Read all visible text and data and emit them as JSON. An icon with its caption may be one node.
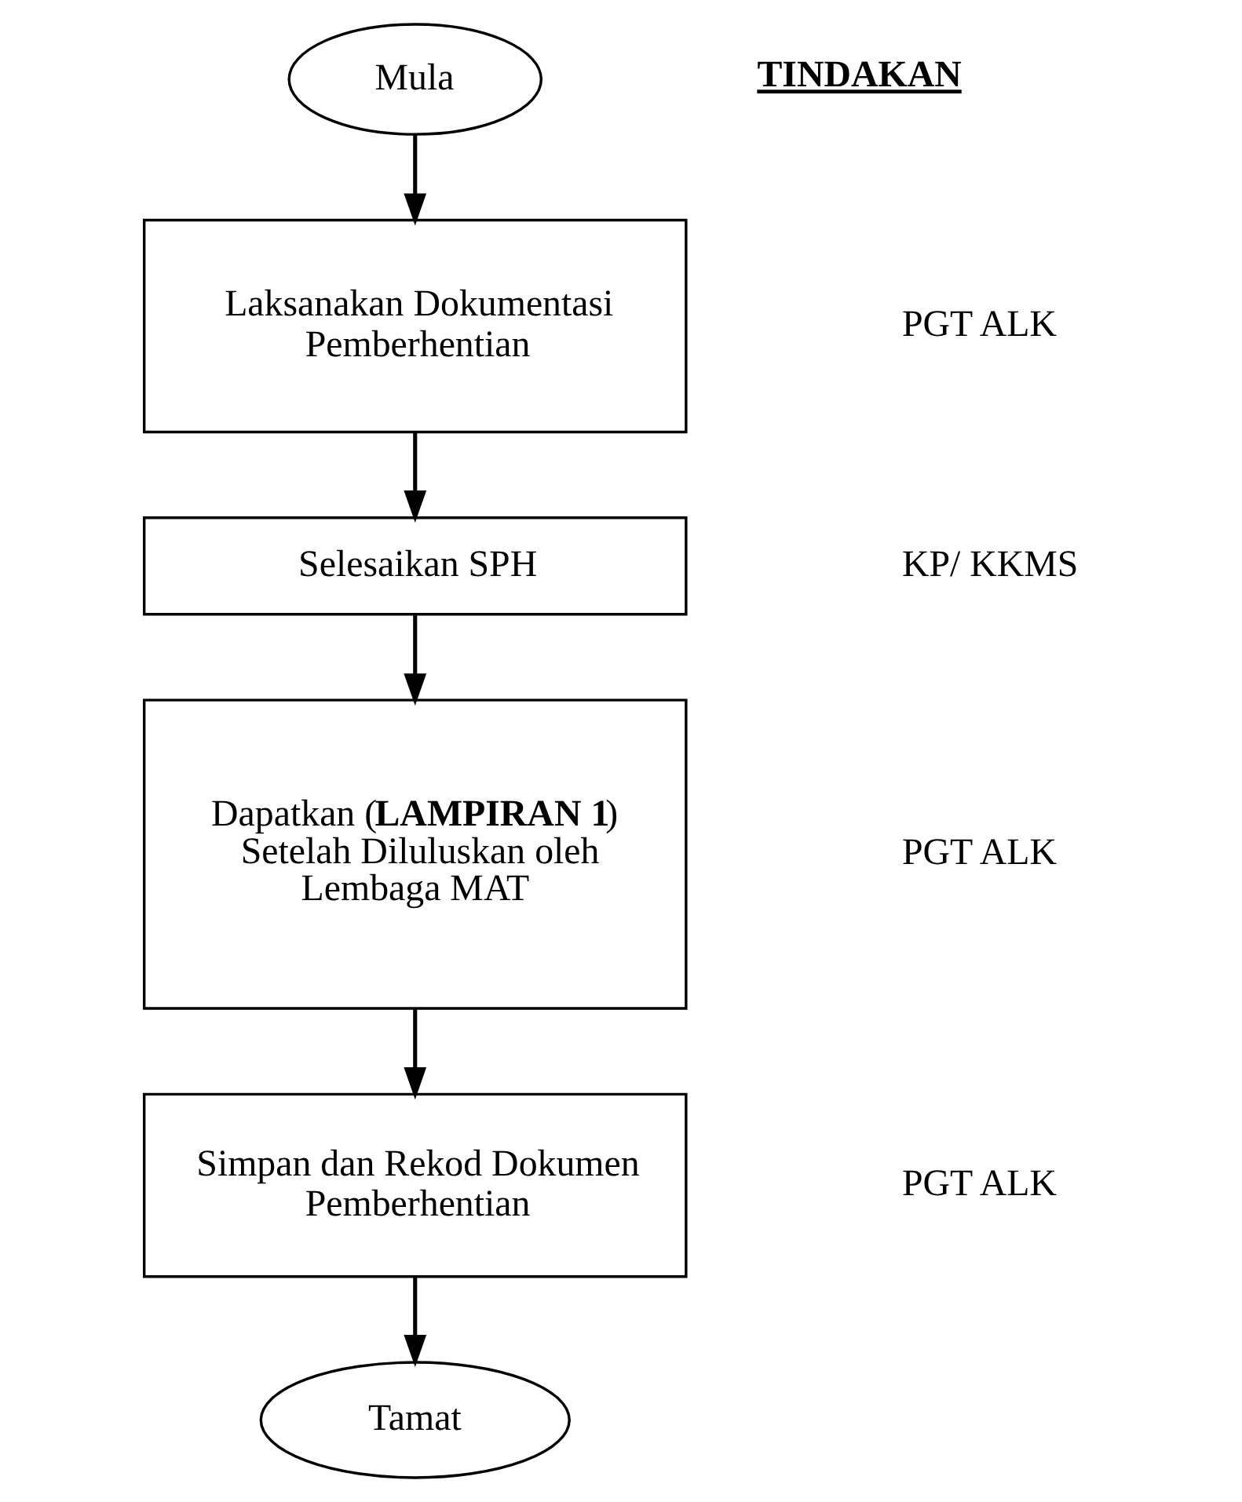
{
  "diagram": {
    "nodes": [
      {
        "text": [
          "Mula"
        ]
      },
      {
        "text": [
          "Laksanakan Dokumentasi Pemberhentian"
        ]
      },
      {
        "text": [
          "Selesaikan SPH"
        ]
      },
      {
        "text": [
          "Dapatkan (**LAMPIRAN 1**) Setelah Diluluskan oleh Lembaga MAT"
        ]
      },
      {
        "text": [
          "Simpan dan Rekod Dokumen Pemberhentian"
        ]
      },
      {
        "text": [
          "Tamat"
        ]
      }
    ],
    "edges": [
      {
        "from": 0,
        "to": 1,
        "arrow": "to"
      },
      {
        "from": 1,
        "to": 2,
        "arrow": "to"
      },
      {
        "from": 2,
        "to": 3,
        "arrow": "to"
      },
      {
        "from": 3,
        "to": 4,
        "arrow": "to"
      },
      {
        "from": 4,
        "to": 5,
        "arrow": "to"
      }
    ],
    "labels": [
      "TINDAKAN",
      "PGT ALK",
      "KP/ KKMS",
      "PGT ALK",
      "PGT ALK"
    ]
  }
}
